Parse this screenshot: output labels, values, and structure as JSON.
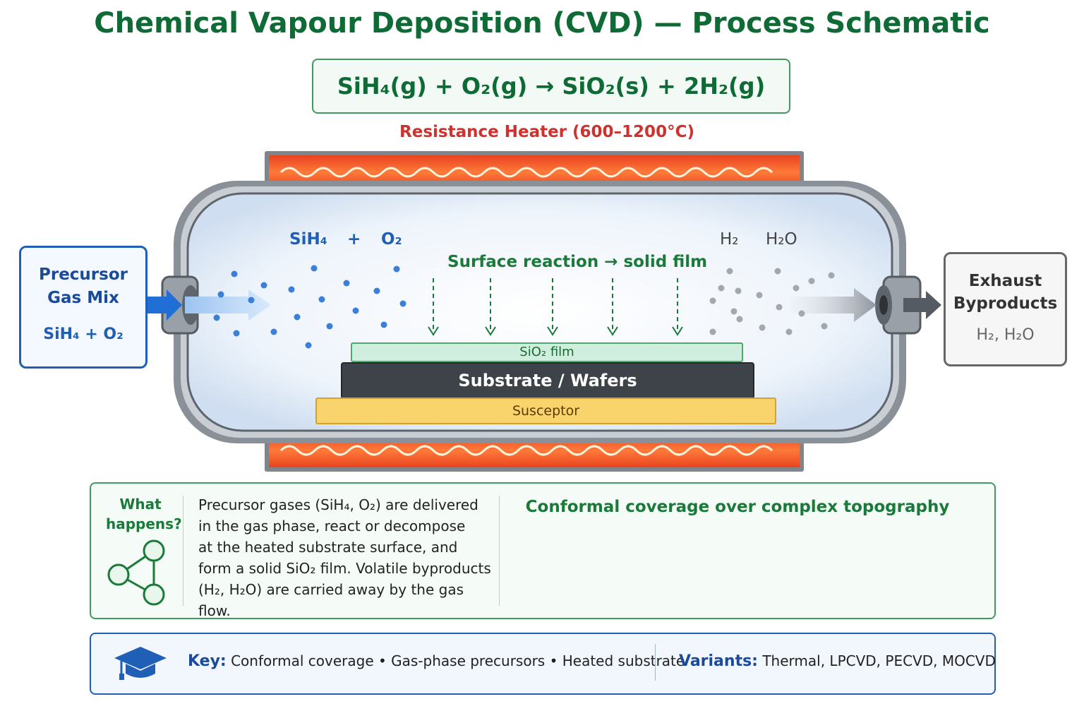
{
  "title": "Chemical Vapour Deposition (CVD) — Process Schematic",
  "equation": "SiH₄(g)  +  O₂(g)  →  SiO₂(s)  +  2H₂(g)",
  "heater_label": "Resistance Heater (600–1200°C)",
  "precursor_box": {
    "heading_line1": "Precursor",
    "heading_line2": "Gas Mix",
    "formula": "SiH₄  +  O₂"
  },
  "exhaust_box": {
    "heading_line1": "Exhaust",
    "heading_line2": "Byproducts",
    "formula": "H₂, H₂O"
  },
  "chamber": {
    "inlet_species_1": "SiH₄",
    "plus": "+",
    "inlet_species_2": "O₂",
    "outlet_species_1": "H₂",
    "outlet_species_2": "H₂O",
    "surface_reaction": "Surface reaction → solid film",
    "film_label": "SiO₂ film",
    "substrate_label": "Substrate / Wafers",
    "susceptor_label": "Susceptor"
  },
  "info_panel": {
    "what_line1": "What",
    "what_line2": "happens?",
    "description_lines": [
      "Precursor gases (SiH₄, O₂) are delivered",
      "in the gas phase, react or decompose",
      "at the heated substrate surface, and",
      "form a solid SiO₂ film. Volatile byproducts",
      "(H₂, H₂O) are carried away by the gas flow."
    ],
    "conformal_title": "Conformal coverage over complex topography"
  },
  "key_panel": {
    "key_label": "Key:",
    "key_items": "Conformal coverage  •  Gas-phase precursors • Heated substrate",
    "variants_label": "Variants:",
    "variants_items": "Thermal, LPCVD, PECVD, MOCVD"
  },
  "colors": {
    "title_green": "#0f6b35",
    "heater_red": "#d0312d",
    "precursor_blue": "#1f5fb5",
    "film_green": "#cfeedd",
    "substrate_dark": "#3e434a",
    "susceptor_yellow": "#f9d36b"
  },
  "icons": [
    "graduation-cap-icon",
    "molecule-icon",
    "arrow-right-icon"
  ]
}
